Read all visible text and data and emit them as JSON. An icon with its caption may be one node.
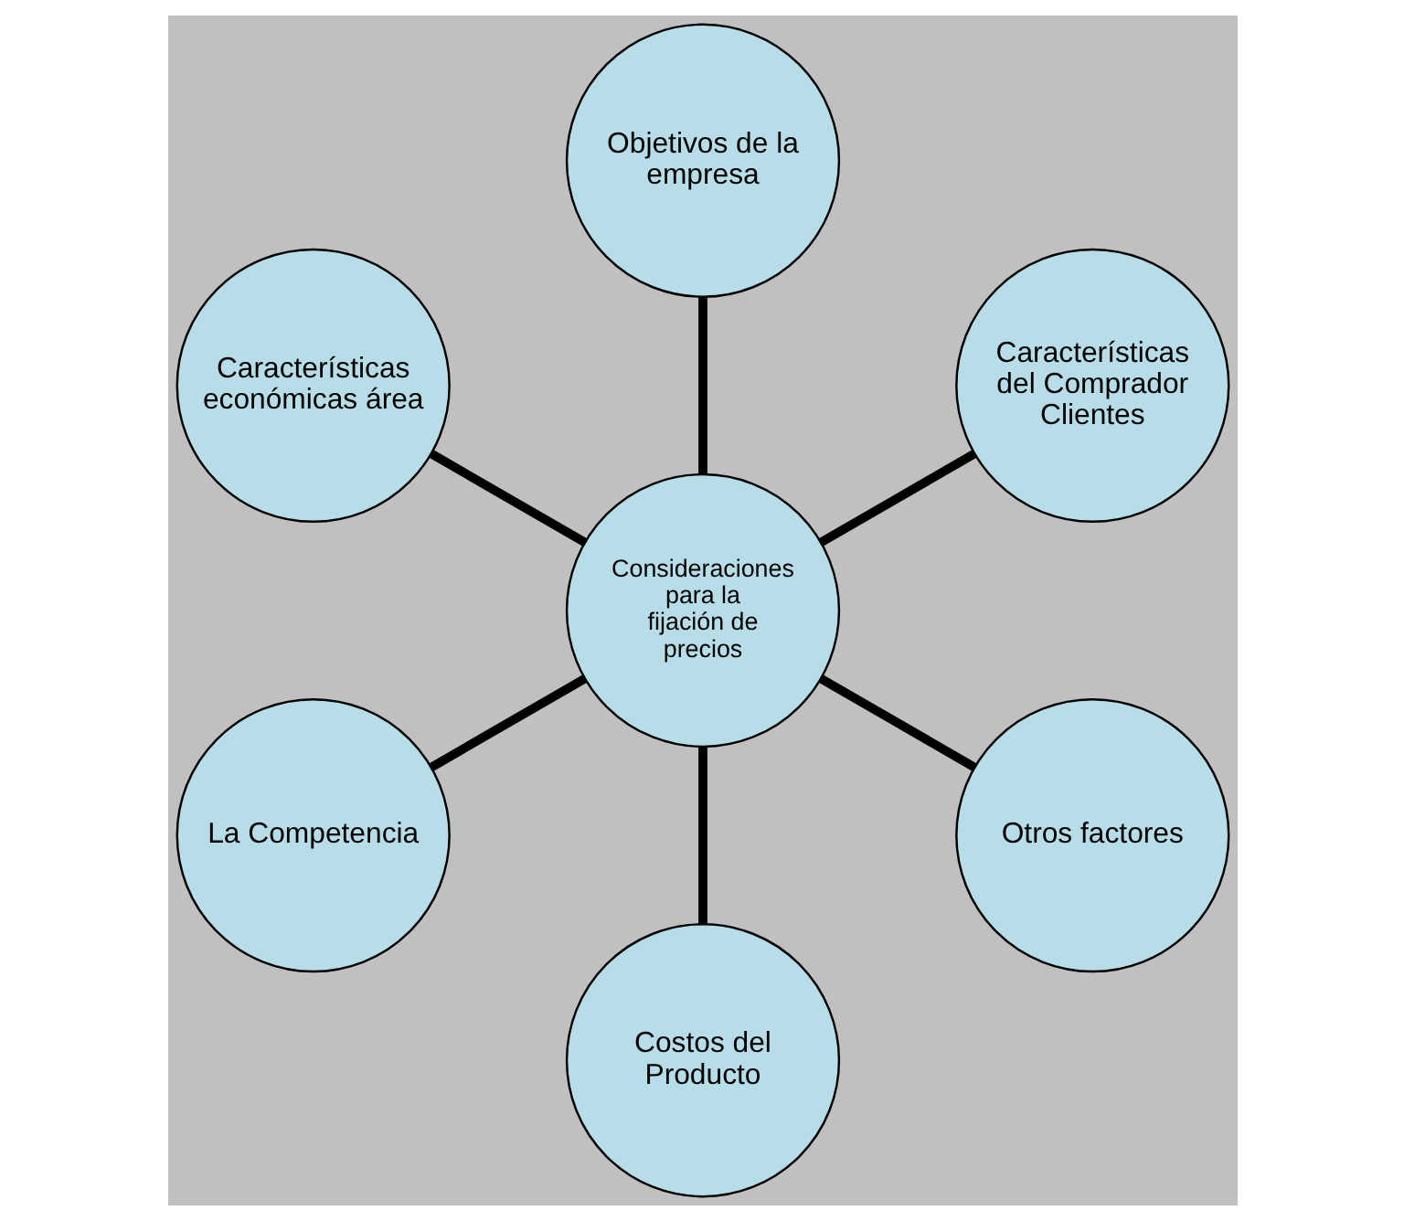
{
  "diagram": {
    "nodes": [
      {
        "text": [
          "Características del Comprador Clientes"
        ]
      },
      {
        "text": [
          "Objetivos de la empresa"
        ]
      },
      {
        "text": [
          "Características económicas área"
        ]
      },
      {
        "text": [
          "Consideraciones para la fijación de precios"
        ]
      },
      {
        "text": [
          "La Competencia"
        ]
      },
      {
        "text": [
          "Costos del Producto"
        ]
      },
      {
        "text": [
          "Otros factores"
        ]
      }
    ],
    "edges": [
      {
        "from": 3,
        "to": 0,
        "arrow": "none"
      },
      {
        "from": 3,
        "to": 2,
        "arrow": "none"
      },
      {
        "from": 3,
        "to": 5,
        "arrow": "none"
      },
      {
        "from": 3,
        "to": 6,
        "arrow": "none"
      },
      {
        "from": 3,
        "to": 4,
        "arrow": "none"
      },
      {
        "from": 3,
        "to": 1,
        "arrow": "none"
      }
    ]
  }
}
